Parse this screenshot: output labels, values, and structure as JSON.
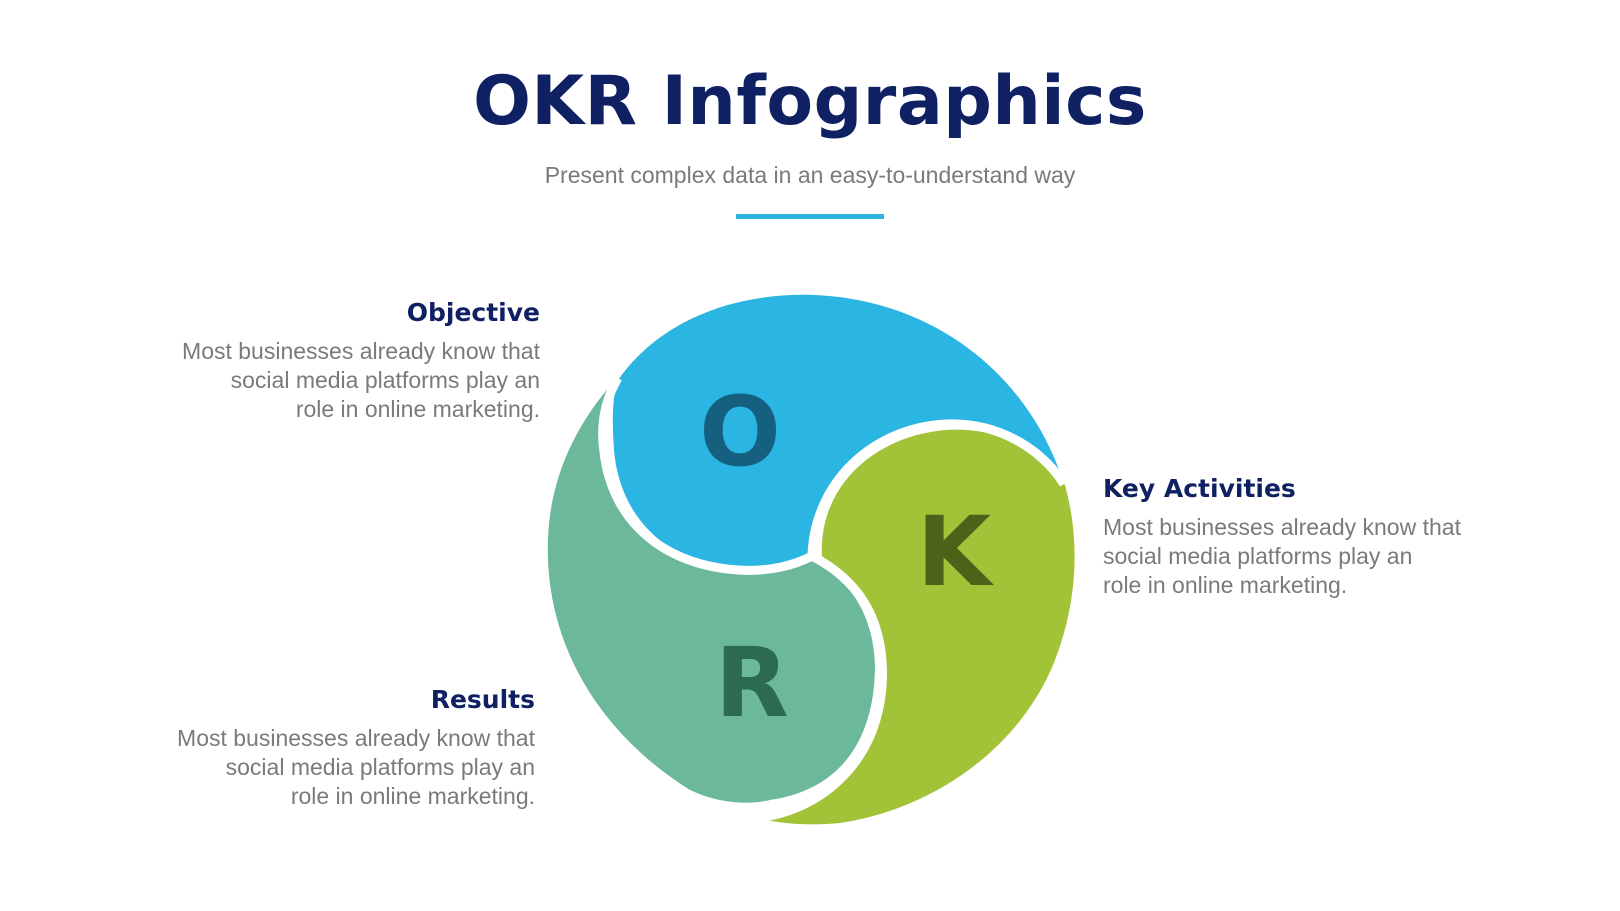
{
  "header": {
    "title": "OKR Infographics",
    "subtitle": "Present complex data in an easy-to-understand way",
    "accent_color": "#2bb5de"
  },
  "diagram": {
    "segments": [
      {
        "letter": "O",
        "color": "#2bb5e3",
        "letter_color": "#155f7f"
      },
      {
        "letter": "K",
        "color": "#a2c338",
        "letter_color": "#4c6218"
      },
      {
        "letter": "R",
        "color": "#6bb99a",
        "letter_color": "#2c6b50"
      }
    ]
  },
  "blocks": {
    "objective": {
      "heading": "Objective",
      "lines": [
        "Most businesses already know that",
        "social media platforms play an",
        "role in online marketing."
      ]
    },
    "key_activities": {
      "heading": "Key Activities",
      "lines": [
        "Most businesses already know that",
        "social media platforms play an",
        "role in online marketing."
      ]
    },
    "results": {
      "heading": "Results",
      "lines": [
        "Most businesses already know that",
        "social media platforms play an",
        "role in online marketing."
      ]
    }
  },
  "colors": {
    "heading": "#0f2163",
    "body_text": "#7a7a7a",
    "background": "#ffffff"
  }
}
